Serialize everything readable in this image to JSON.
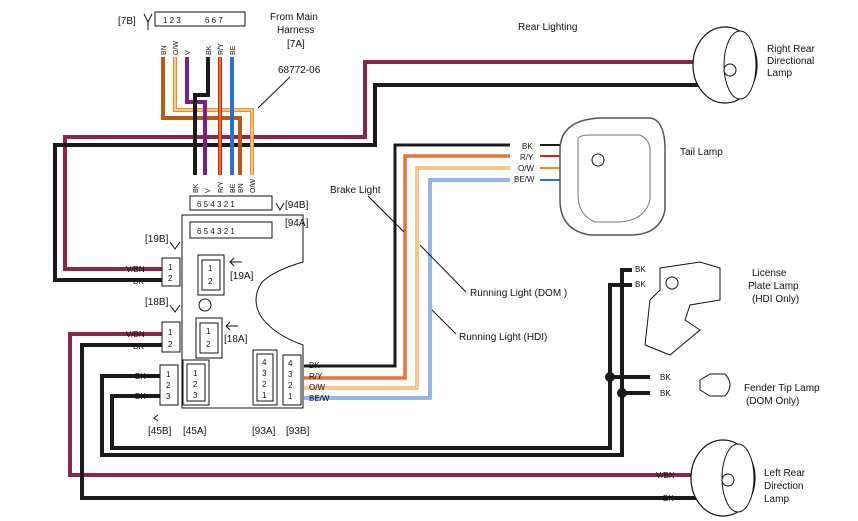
{
  "title": "Rear Lighting",
  "colors": {
    "black": "#1a1a1a",
    "violet_brown": "#8e2448",
    "brown": "#b85a12",
    "orange": "#f28c1e",
    "violet": "#7a1f8a",
    "red": "#d8201a",
    "yellow": "#f2d21c",
    "blue": "#2a6fd6",
    "white_trace": "#ffffff"
  },
  "harness": {
    "from_main": "From Main",
    "harness_word": "Harness",
    "ref": "[7A]",
    "connector_ref": "[7B]",
    "part_number": "68772-06",
    "pins_left": "1 2 3",
    "pins_right": "6 6 7",
    "wires_top": [
      "BN",
      "O/W",
      "V",
      "BK",
      "R/Y",
      "BE"
    ],
    "wires_bottom": [
      "BK",
      "V",
      "R/Y",
      "BE",
      "BN",
      "O/W"
    ]
  },
  "module": {
    "pins_94b": "6 5 4 3 2 1",
    "pins_94a": "6 5 4 3 2 1",
    "c94b": "[94B]",
    "c94a": "[94A]",
    "c19b": "[19B]",
    "c19a": "[19A]",
    "c18b": "[18B]",
    "c18a": "[18A]",
    "c45b": "[45B]",
    "c45a": "[45A]",
    "c93a": "[93A]",
    "c93b": "[93B]",
    "pins_2": [
      "1",
      "2"
    ],
    "pins_3": [
      "1",
      "2",
      "3"
    ],
    "pins_4_desc": [
      "4",
      "3",
      "2",
      "1"
    ],
    "wire_19": [
      "V/BN",
      "BK"
    ],
    "wire_18": [
      "V/BN",
      "BK"
    ],
    "wire_45": [
      "BK",
      "BK"
    ],
    "wire_93": [
      "BK",
      "R/Y",
      "O/W",
      "BE/W"
    ]
  },
  "lamps": {
    "right_rear": [
      "Right Rear",
      "Directional",
      "Lamp"
    ],
    "tail": "Tail Lamp",
    "tail_wires": [
      "BK",
      "R/Y",
      "O/W",
      "BE/W"
    ],
    "license": [
      "License",
      "Plate Lamp",
      "(HDI Only)"
    ],
    "license_wires": [
      "BK",
      "BK"
    ],
    "fender": [
      "Fender Tip Lamp",
      "(DOM Only)"
    ],
    "fender_wires": [
      "BK",
      "BK"
    ],
    "left_rear": [
      "Left Rear",
      "Direction",
      "Lamp"
    ],
    "left_wires": [
      "V/BN",
      "BK"
    ]
  },
  "callouts": {
    "brake": "Brake Light",
    "running_dom": "Running Light (DOM )",
    "running_hdi": "Running Light (HDI)"
  }
}
